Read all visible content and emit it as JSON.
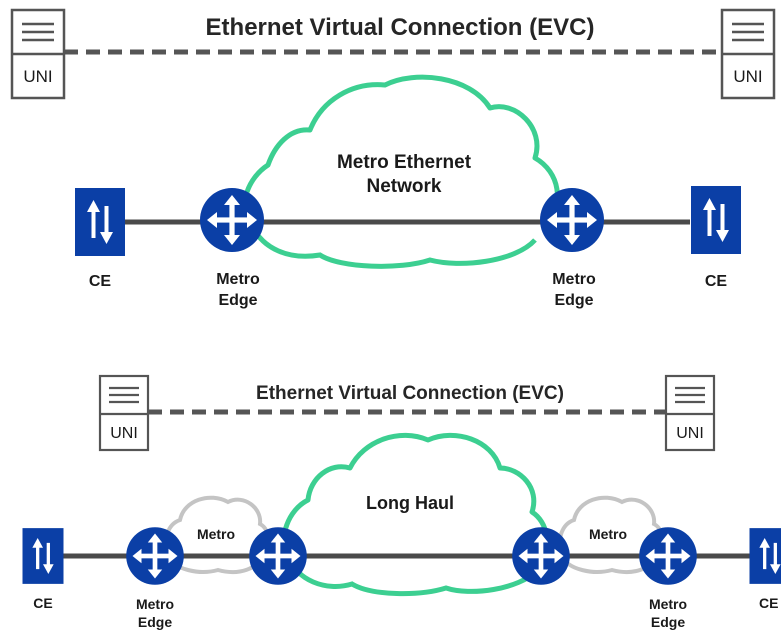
{
  "top": {
    "evc_title": "Ethernet Virtual Connection (EVC)",
    "uni_left": "UNI",
    "uni_right": "UNI",
    "cloud_label_line1": "Metro Ethernet",
    "cloud_label_line2": "Network",
    "ce_left": "CE",
    "ce_right": "CE",
    "edge_left_line1": "Metro",
    "edge_left_line2": "Edge",
    "edge_right_line1": "Metro",
    "edge_right_line2": "Edge"
  },
  "bottom": {
    "evc_title": "Ethernet Virtual Connection (EVC)",
    "uni_left": "UNI",
    "uni_right": "UNI",
    "cloud_main_label": "Long Haul",
    "cloud_metro_left": "Metro",
    "cloud_metro_right": "Metro",
    "ce_left": "CE",
    "ce_right": "CE",
    "edge_left_line1": "Metro",
    "edge_left_line2": "Edge",
    "edge_right_line1": "Metro",
    "edge_right_line2": "Edge"
  },
  "colors": {
    "device_blue": "#0b3fa6",
    "cloud_green": "#3ccf91",
    "cloud_gray": "#c4c4c4",
    "dash_gray": "#555555",
    "link_gray": "#4a4a4a"
  },
  "icons": {
    "ce": "ce-switch-icon",
    "router": "router-icon",
    "uni": "uni-server-icon",
    "cloud": "cloud-icon"
  }
}
